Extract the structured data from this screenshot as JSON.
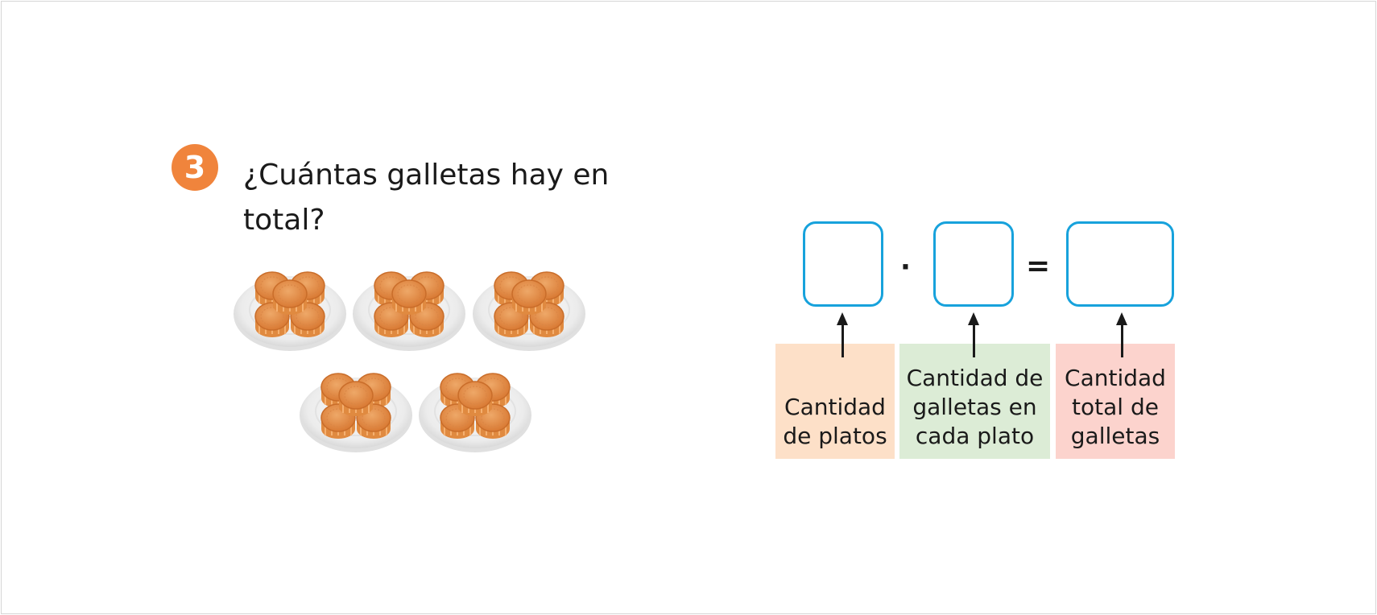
{
  "exercise": {
    "number": "3",
    "question": "¿Cuántas galletas hay en total?",
    "plates_count": 5,
    "cookies_per_plate": 5
  },
  "equation": {
    "operator": "·",
    "equals": "=",
    "labels": [
      "Cantidad de platos",
      "Cantidad de galletas en cada plato",
      "Cantidad total de galletas"
    ]
  },
  "colors": {
    "badge": "#f0843c",
    "box_border": "#17a2dc",
    "label1": "#fde0c8",
    "label2": "#dcecd6",
    "label3": "#fcd3cd",
    "cookie": "#e8924a"
  }
}
